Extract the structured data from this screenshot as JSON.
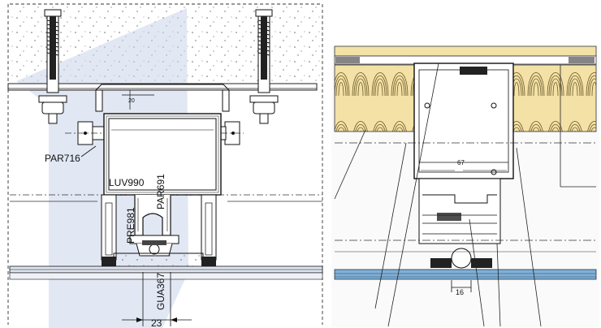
{
  "left_drawing": {
    "labels": {
      "dim_top": "20",
      "par716": "PAR716",
      "luv990": "LUV990",
      "par691": "PAR691",
      "pre981": "PRE981",
      "gua367": "GUA367",
      "dim_bottom": "23"
    }
  },
  "right_drawing": {
    "labels": {
      "dim_mid": "67",
      "dim_bottom": "16"
    }
  },
  "colors": {
    "concrete_bg": "#dfe5f0",
    "highlight": "#c8d3ea",
    "insulation": "#f3e1a6",
    "glass_right": "#7fb0d8",
    "gasket": "#2a2a2a"
  }
}
